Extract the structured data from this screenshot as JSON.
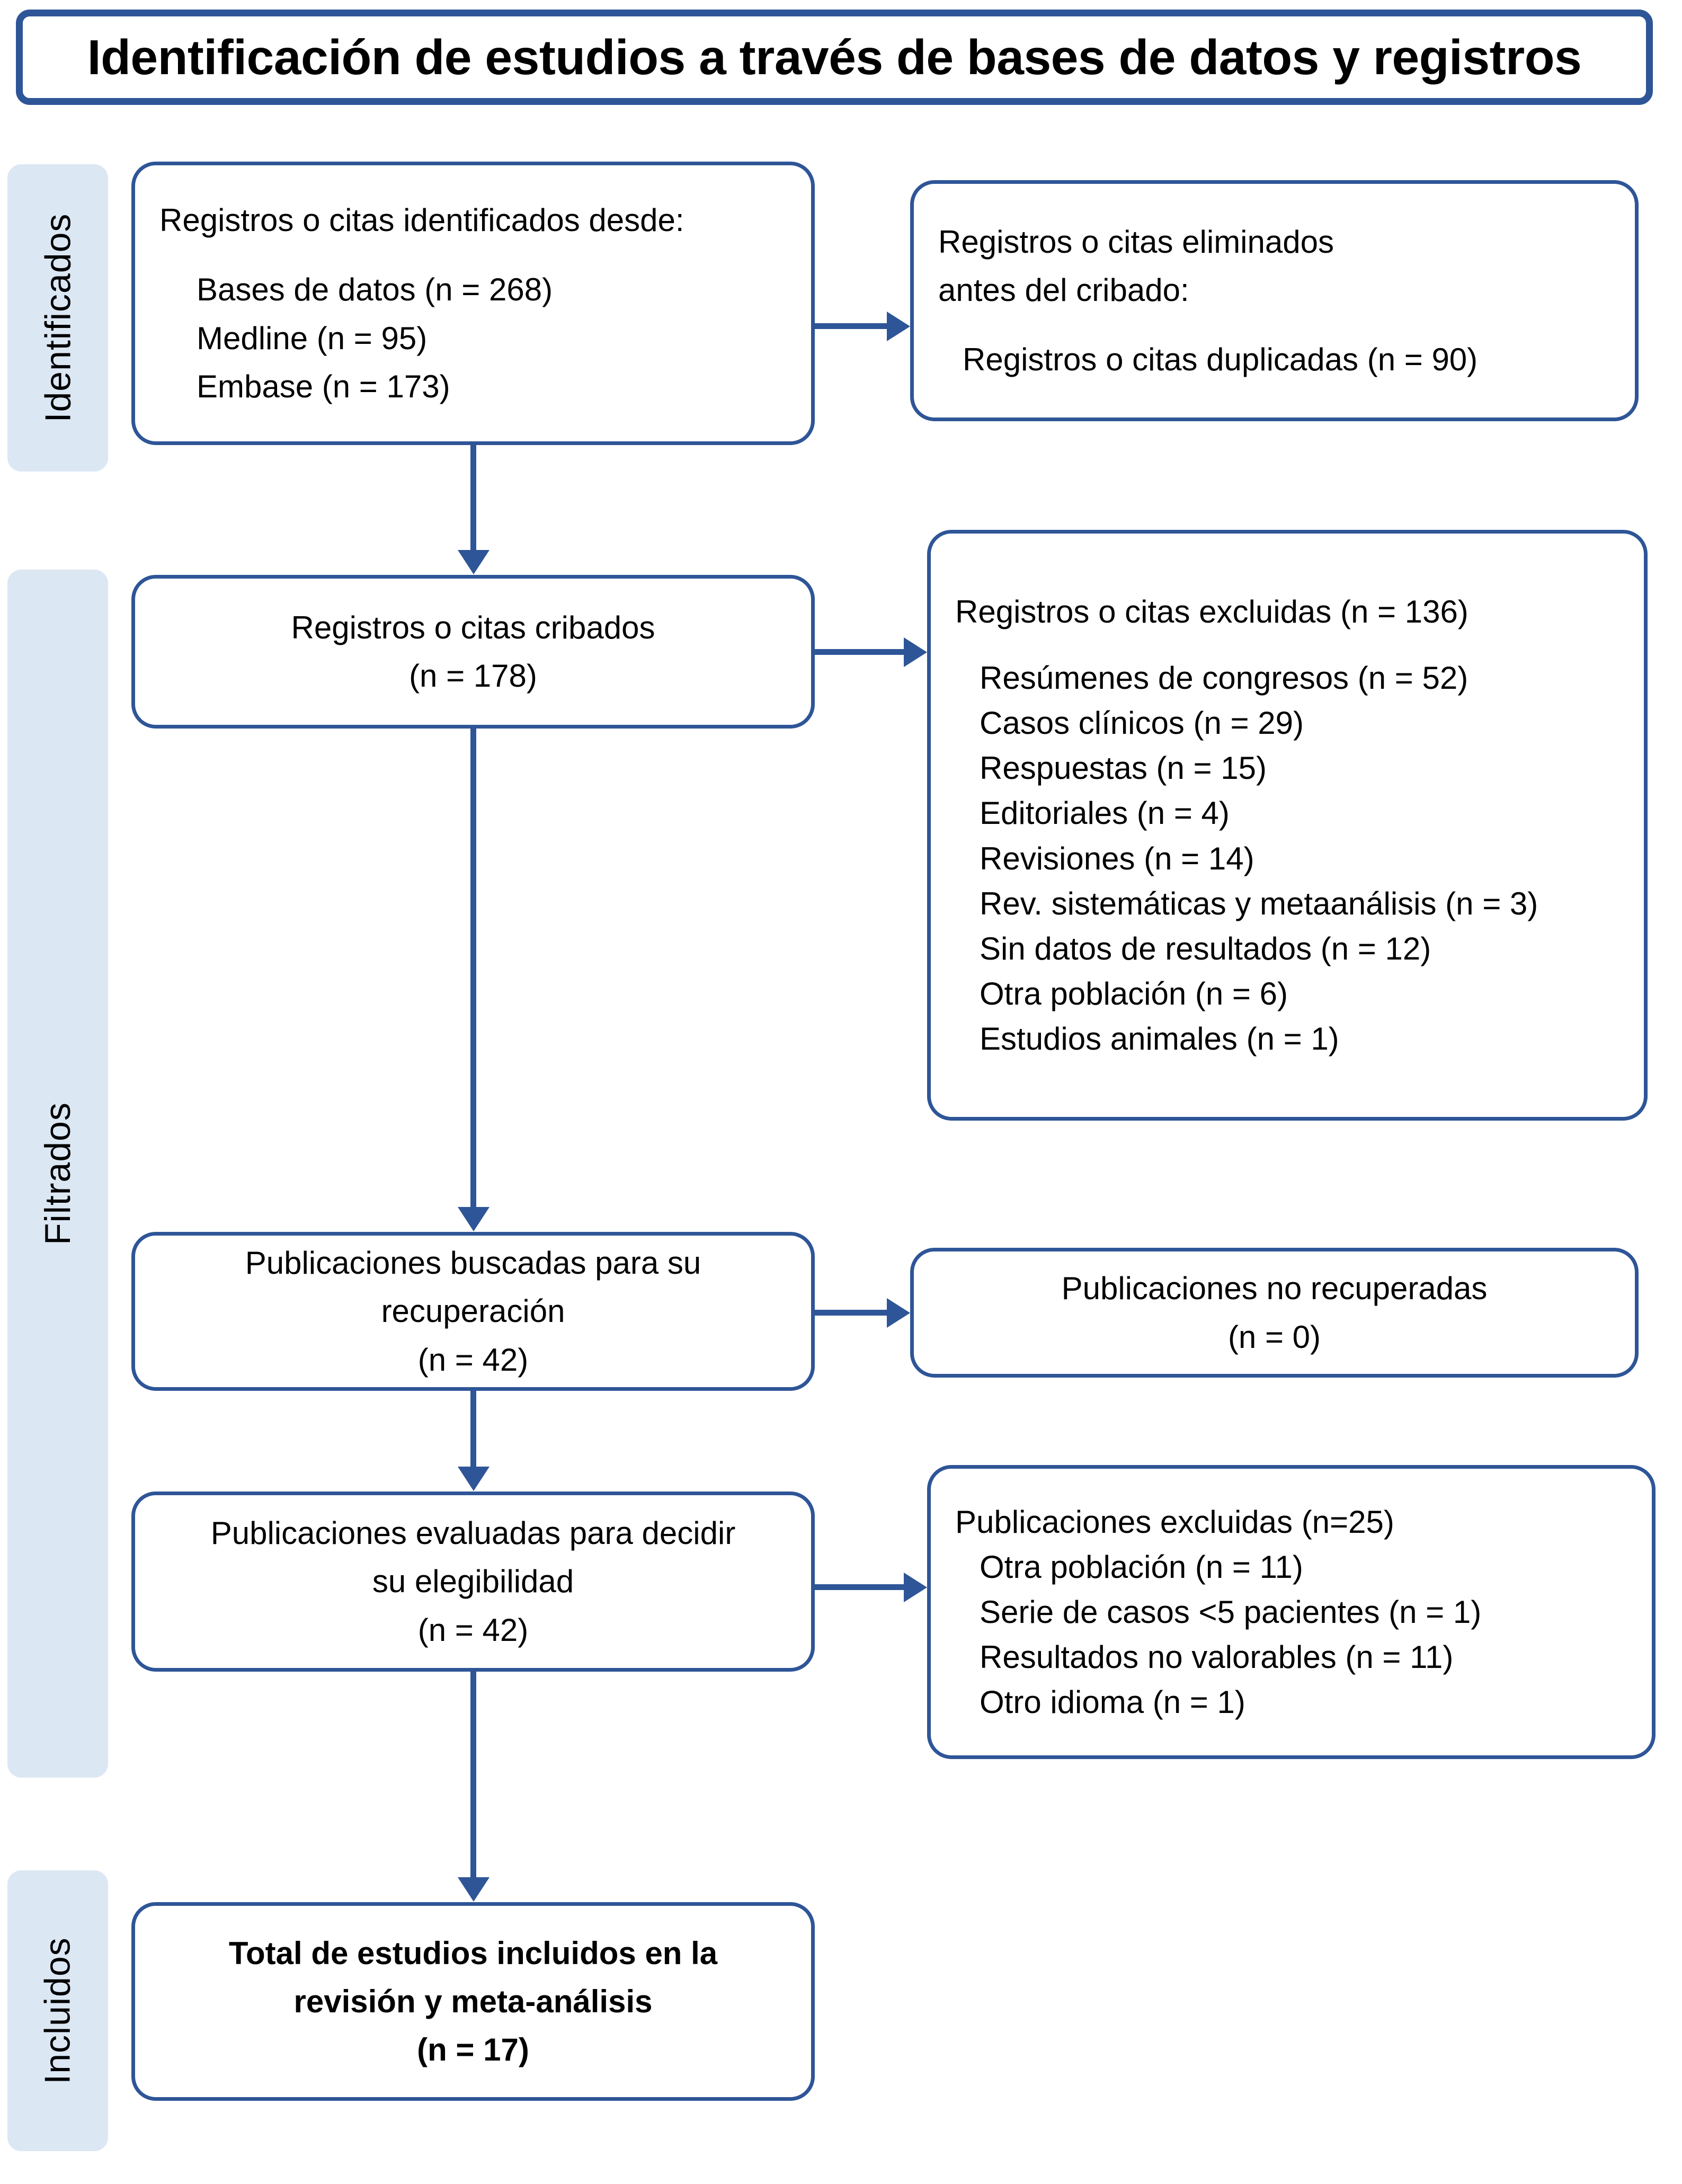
{
  "title": "Identificación de estudios a través de bases de datos y registros",
  "stages": [
    {
      "id": "identificados",
      "label": "Identificados"
    },
    {
      "id": "filtrados",
      "label": "Filtrados"
    },
    {
      "id": "incluidos",
      "label": "Incluidos"
    }
  ],
  "colors": {
    "border_blue": "#2E5597",
    "stage_fill": "#DCE7F4",
    "box_fill": "#FFFFFF",
    "text": "#000000"
  },
  "boxes": {
    "identified": {
      "heading": "Registros o citas identificados desde:",
      "items": [
        "Bases de datos (n = 268)",
        "Medline (n = 95)",
        "Embase (n = 173)"
      ]
    },
    "removed": {
      "heading_line1": "Registros o citas eliminados",
      "heading_line2": "antes del cribado:",
      "items": [
        "Registros o citas duplicadas (n = 90)"
      ]
    },
    "screened": {
      "line1": "Registros o citas cribados",
      "line2": "(n = 178)"
    },
    "excluded_records": {
      "heading": "Registros o citas excluidas (n = 136)",
      "items": [
        "Resúmenes de congresos (n = 52)",
        "Casos clínicos (n = 29)",
        "Respuestas (n = 15)",
        "Editoriales (n = 4)",
        "Revisiones (n = 14)",
        "Rev. sistemáticas y metaanálisis (n = 3)",
        "Sin datos de resultados (n = 12)",
        "Otra población (n = 6)",
        "Estudios animales (n = 1)"
      ]
    },
    "sought": {
      "line1": "Publicaciones buscadas para su",
      "line2": "recuperación",
      "line3": "(n = 42)"
    },
    "not_retrieved": {
      "line1": "Publicaciones no recuperadas",
      "line2": "(n = 0)"
    },
    "assessed": {
      "line1": "Publicaciones evaluadas para decidir",
      "line2": "su elegibilidad",
      "line3": "(n = 42)"
    },
    "excluded_publications": {
      "heading": "Publicaciones excluidas (n=25)",
      "items": [
        "Otra población (n = 11)",
        "Serie de casos <5 pacientes (n = 1)",
        "Resultados no valorables (n = 11)",
        "Otro idioma (n = 1)"
      ]
    },
    "included": {
      "line1": "Total de estudios incluidos en la",
      "line2": "revisión y meta-análisis",
      "line3": "(n = 17)"
    }
  },
  "flow_data": {
    "type": "prisma-flow",
    "identified_databases": 268,
    "identified_medline": 95,
    "identified_embase": 173,
    "removed_duplicates": 90,
    "screened": 178,
    "excluded_records_total": 136,
    "excluded_records_breakdown": {
      "Resúmenes de congresos": 52,
      "Casos clínicos": 29,
      "Respuestas": 15,
      "Editoriales": 4,
      "Revisiones": 14,
      "Rev. sistemáticas y metaanálisis": 3,
      "Sin datos de resultados": 12,
      "Otra población": 6,
      "Estudios animales": 1
    },
    "sought_for_retrieval": 42,
    "not_retrieved": 0,
    "assessed_for_eligibility": 42,
    "excluded_publications_total": 25,
    "excluded_publications_breakdown": {
      "Otra población": 11,
      "Serie de casos <5 pacientes": 1,
      "Resultados no valorables": 11,
      "Otro idioma": 1
    },
    "included_studies": 17
  }
}
